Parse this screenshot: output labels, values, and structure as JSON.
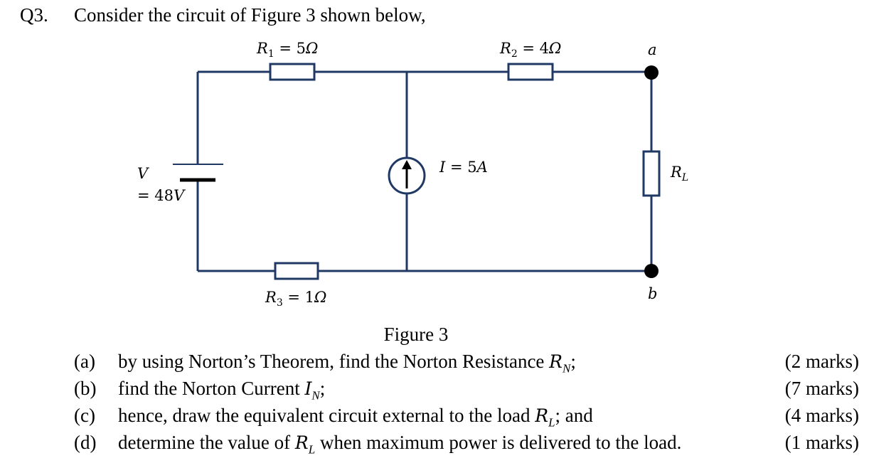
{
  "question": {
    "number": "Q3.",
    "intro": "Consider the circuit of Figure 3 shown below,"
  },
  "circuit": {
    "r1_label": "R1 = 5Ω",
    "r2_label": "R2 = 4Ω",
    "r3_label": "R3 = 1Ω",
    "rl_label": "RL",
    "source_label_line1": "V",
    "source_label_line2": "= 48V",
    "current_label": "I = 5A",
    "terminal_a": "a",
    "terminal_b": "b"
  },
  "figure_caption": "Figure 3",
  "parts": [
    {
      "label": "(a)",
      "text_before": "by using Norton’s Theorem, find the Norton Resistance ",
      "var": "R",
      "sub": "N",
      "text_after": ";",
      "marks": "(2 marks)"
    },
    {
      "label": "(b)",
      "text_before": "find the Norton Current ",
      "var": "I",
      "sub": "N",
      "text_after": ";",
      "marks": "(7 marks)"
    },
    {
      "label": "(c)",
      "text_before": "hence, draw the equivalent circuit external to the load ",
      "var": "R",
      "sub": "L",
      "text_after": "; and",
      "marks": "(4 marks)"
    },
    {
      "label": "(d)",
      "text_before": "determine the value of ",
      "var": "R",
      "sub": "L",
      "text_after": " when maximum power is delivered to the load.",
      "marks": "(1 marks)"
    }
  ]
}
